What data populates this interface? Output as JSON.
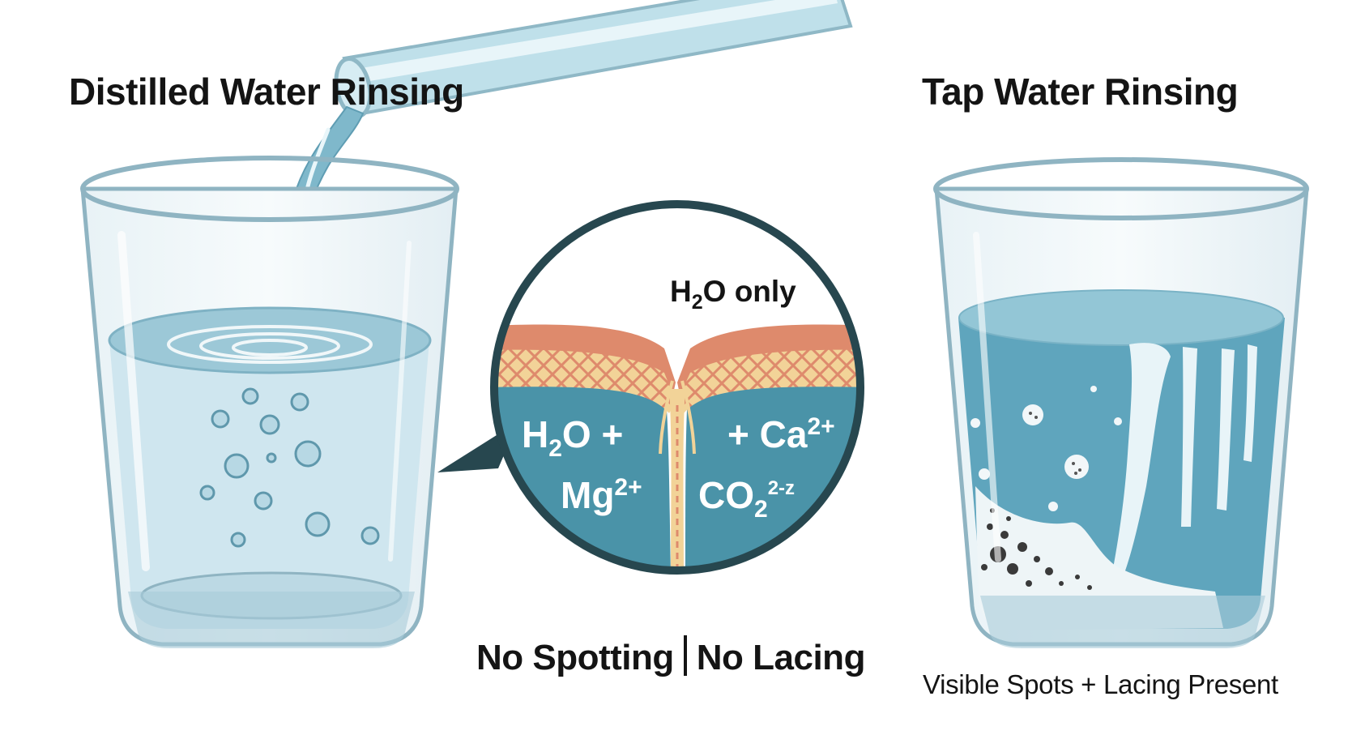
{
  "left_panel": {
    "title": "Distilled Water Rinsing"
  },
  "right_panel": {
    "title": "Tap Water Rinsing",
    "caption": "Visible Spots + Lacing Present"
  },
  "magnifier": {
    "top_label_main": "H",
    "top_label_sub": "2",
    "top_label_rest": "O only",
    "left_line1_main": "H",
    "left_line1_sub": "2",
    "left_line1_rest": "O +",
    "left_line2_main": "Mg",
    "left_line2_sup": "2+",
    "right_line1_main": "+ Ca",
    "right_line1_sup": "2+",
    "right_line2_main": "CO",
    "right_line2_sub": "2",
    "right_line2_sup": "2-z"
  },
  "center_caption": {
    "left_text": "No Spotting",
    "right_text": "No Lacing"
  },
  "colors": {
    "glass_outline": "#8fb4c2",
    "clear_water": "#cfe6ef",
    "tap_water": "#5fa5bd",
    "magnifier_ring": "#27474f",
    "magnifier_water": "#4a93a8",
    "surface_band": "#de8a6c",
    "surface_mesh": "#f2d398"
  }
}
